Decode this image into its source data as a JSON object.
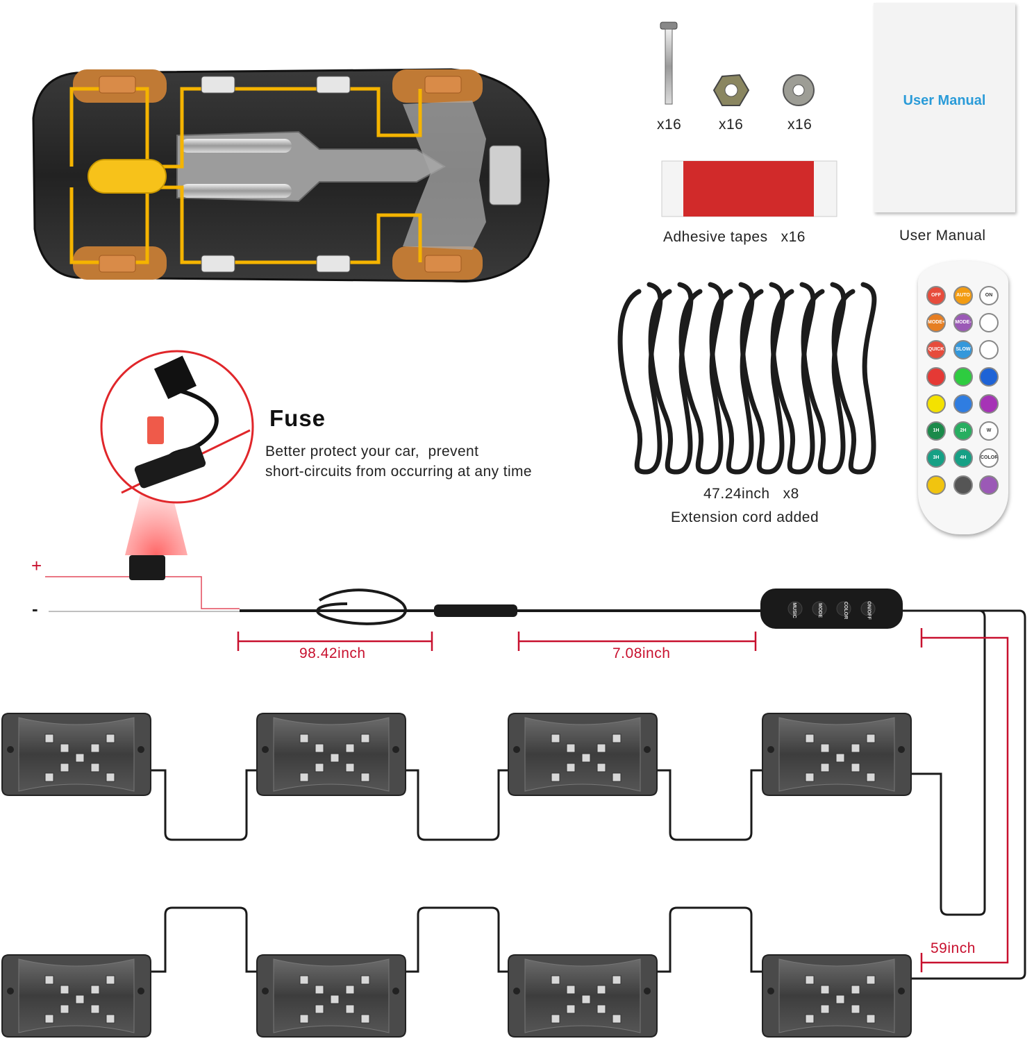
{
  "hardware": {
    "screw_label": "x16",
    "nut_label": "x16",
    "washer_label": "x16",
    "tape_label": "Adhesive tapes   x16"
  },
  "manual": {
    "cover_title": "User Manual",
    "caption": "User Manual"
  },
  "fuse": {
    "title": "Fuse",
    "desc_line1": "Better protect your car,  prevent",
    "desc_line2": "short-circuits from occurring at any time"
  },
  "extension": {
    "line1": "47.24inch   x8",
    "line2": "Extension cord added"
  },
  "wiring": {
    "plus": "+",
    "minus": "-",
    "dim1": "98.42inch",
    "dim2": "7.08inch",
    "dim3": "59inch"
  },
  "controller": {
    "buttons": [
      "ON/OFF",
      "COLOR",
      "MODE",
      "MUSIC"
    ]
  },
  "remote": {
    "buttons": [
      "OFF",
      "AUTO",
      "ON",
      "MODE+",
      "MODE-",
      "",
      "QUICK",
      "SLOW",
      "",
      "",
      "",
      "",
      "",
      "",
      "",
      "1H",
      "2H",
      "W",
      "3H",
      "4H",
      "COLOR",
      "",
      "",
      ""
    ],
    "colors": [
      "#e74c3c",
      "#f39c12",
      "#ffffff",
      "#e67e22",
      "#9b59b6",
      "#ffffff",
      "#e74c3c",
      "#3498db",
      "#ffffff",
      "#e53935",
      "#2ecc40",
      "#1e63d6",
      "#f4e200",
      "#2f7de1",
      "#a633b6",
      "#1b8a4a",
      "#27ae60",
      "#ffffff",
      "#16a085",
      "#16a085",
      "#ffffff",
      "#f1c40f",
      "#555555",
      "#9b59b6"
    ]
  },
  "colors": {
    "harness": "#f5b400",
    "dimension": "#c8102e",
    "manual_title": "#2a9bd8"
  }
}
